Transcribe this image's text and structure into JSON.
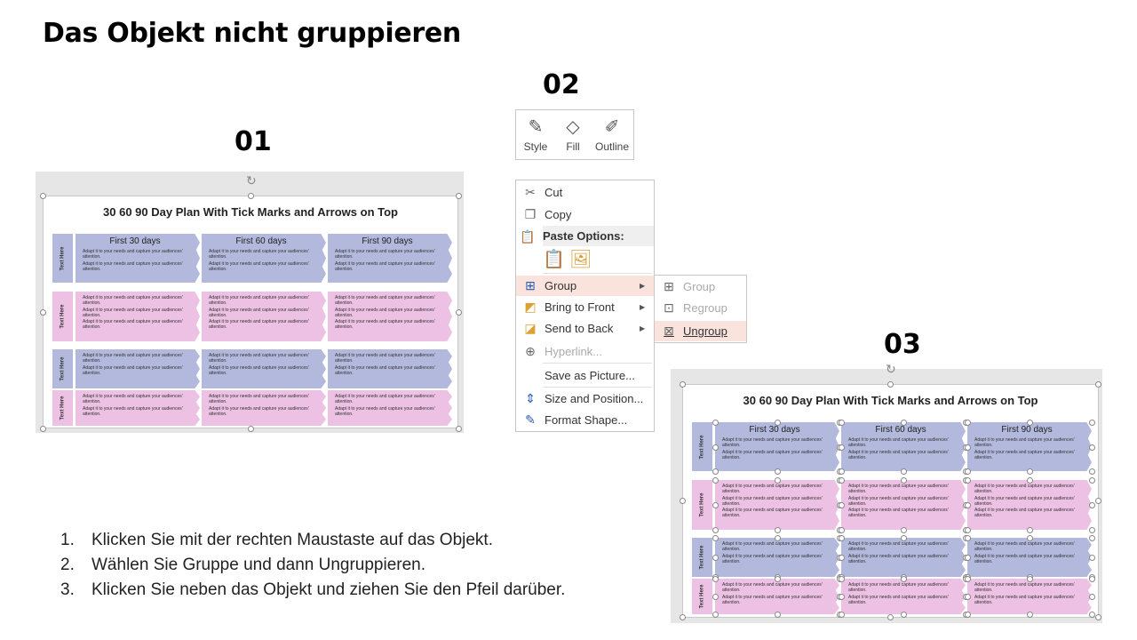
{
  "title": "Das Objekt nicht gruppieren",
  "steps": {
    "s1": "01",
    "s2": "02",
    "s3": "03"
  },
  "plan": {
    "title": "30 60 90 Day Plan With Tick Marks and Arrows on Top",
    "columns": [
      "First 30 days",
      "First 60 days",
      "First 90 days"
    ],
    "row_label": "Text Here",
    "cell_text": "Adapt it to your needs and capture your audiences' attention.",
    "rows": [
      {
        "color": "blue",
        "lines": 2
      },
      {
        "color": "pink",
        "lines": 3
      },
      {
        "color": "blue",
        "lines": 2
      },
      {
        "color": "pink",
        "lines": 2
      }
    ]
  },
  "toolbar": [
    {
      "label": "Style",
      "icon": "style-icon"
    },
    {
      "label": "Fill",
      "icon": "fill-icon"
    },
    {
      "label": "Outline",
      "icon": "outline-icon"
    }
  ],
  "menu": {
    "cut": "Cut",
    "copy": "Copy",
    "paste_options": "Paste Options:",
    "group": "Group",
    "bring_to_front": "Bring to Front",
    "send_to_back": "Send to Back",
    "hyperlink": "Hyperlink...",
    "save_as_picture": "Save as Picture...",
    "size_position": "Size and Position...",
    "format_shape": "Format Shape..."
  },
  "submenu": {
    "group": "Group",
    "regroup": "Regroup",
    "ungroup": "Ungroup"
  },
  "instructions": [
    {
      "n": "1.",
      "text": "Klicken Sie mit der rechten Maustaste auf das Objekt."
    },
    {
      "n": "2.",
      "text": "Wählen Sie Gruppe und dann Ungruppieren."
    },
    {
      "n": "3.",
      "text": "Klicken Sie neben das Objekt und ziehen Sie den Pfeil darüber."
    }
  ],
  "colors": {
    "blue": "#b3b9dc",
    "pink": "#ecc1e3",
    "highlight": "#fbe3dd"
  }
}
